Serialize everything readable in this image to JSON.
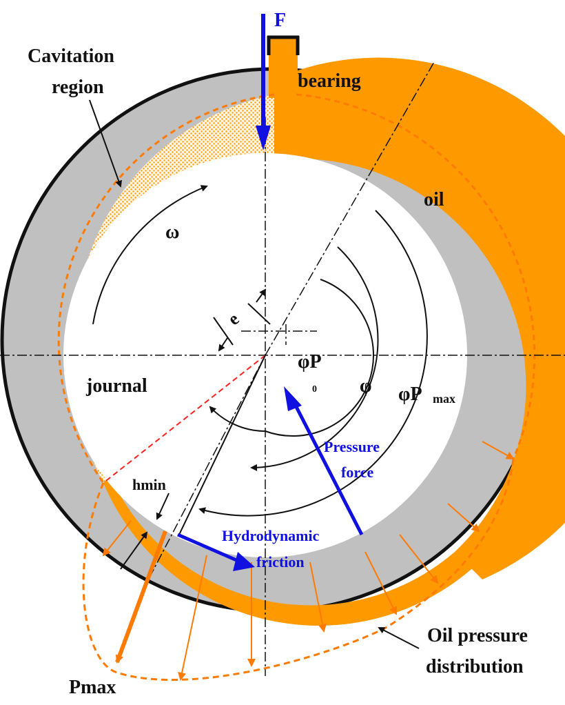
{
  "labels": {
    "force": "F",
    "bearing": "bearing",
    "cavitation_line1": "Cavitation",
    "cavitation_line2": "region",
    "oil": "oil",
    "omega": "ω",
    "eccentricity": "e",
    "phi_p": "φP",
    "phi_p_sub": "0",
    "phi": "φ",
    "phi_pmax": "φP",
    "phi_pmax_sub": "max",
    "journal": "journal",
    "pressure_force_line1": "Pressure",
    "pressure_force_line2": "force",
    "hmin": "hmin",
    "hydrodynamic_line1": "Hydrodynamic",
    "hydrodynamic_line2": "friction",
    "oil_pressure_line1": "Oil pressure",
    "oil_pressure_line2": "distribution",
    "pmax": "Pmax"
  },
  "colors": {
    "bearing_ring": "#c0c0c0",
    "oil": "#ff9900",
    "outline": "#111111",
    "force_blue": "#1010e0",
    "dashed_red": "#ff2020"
  }
}
